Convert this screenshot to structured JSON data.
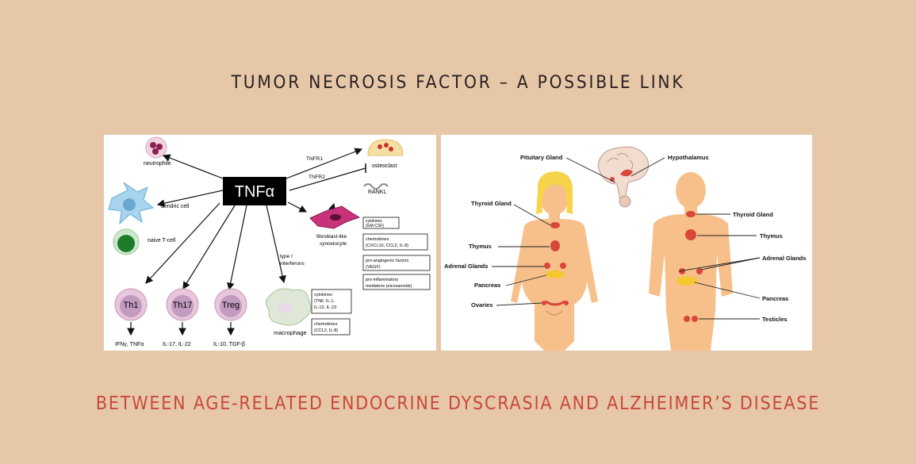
{
  "header": {
    "title": "TUMOR NECROSIS FACTOR – A POSSIBLE LINK"
  },
  "footer": {
    "subtitle": "BETWEEN AGE-RELATED ENDOCRINE DYSCRASIA AND ALZHEIMER’S DISEASE"
  },
  "left_diagram": {
    "center": "TNFα",
    "neutrophile": "neutrophile",
    "dendric_cell": "dendric cell",
    "naive_tcell": "naive T-cell",
    "tnfr1": "TNFR1",
    "tnfr2": "TNFR2",
    "osteoclast": "osteoclast",
    "rankl": "RANKL",
    "fibroblast_1": "fibroblast-like",
    "fibroblast_2": "synoviocyte",
    "type_i_1": "type I",
    "type_i_2": "interferons",
    "macrophage": "macrophage",
    "th1": "Th1",
    "th17": "Th17",
    "treg": "Treg",
    "th1_out": "IFNγ, TNFα",
    "th17_out": "IL-17, IL-22",
    "treg_out": "IL-10, TGF-β",
    "box_syn_cyt_1": "cytokines",
    "box_syn_cyt_2": "(GM-CSF)",
    "box_syn_chem_1": "chemokines",
    "box_syn_chem_2": "(CXCL10, CCL2, IL-8)",
    "box_syn_pro_1": "pro-angiogenic factors",
    "box_syn_pro_2": "(VEGF)",
    "box_syn_inf_1": "pro-inflammatory",
    "box_syn_inf_2": "mediators (eicosanoids)",
    "box_mac_cyt_1": "cytokines",
    "box_mac_cyt_2": "(TNF, IL-1,",
    "box_mac_cyt_3": "IL-12, IL-23",
    "box_mac_chem_1": "chemokines",
    "box_mac_chem_2": "(CCL2, IL-8)"
  },
  "right_diagram": {
    "pituitary": "Pituitary Gland",
    "hypothalamus": "Hypothalamus",
    "thyroid_f": "Thyroid Gland",
    "thyroid_m": "Thyroid Gland",
    "thymus_f": "Thymus",
    "thymus_m": "Thymus",
    "adrenal_f": "Adrenal Glands",
    "adrenal_m": "Adrenal Glands",
    "pancreas_f": "Pancreas",
    "pancreas_m": "Pancreas",
    "ovaries": "Ovaries",
    "testicles": "Testicles"
  },
  "colors": {
    "background": "#e6c8a9",
    "title": "#2a2020",
    "subtitle": "#c9483a",
    "skin": "#f7c08a",
    "gland": "#d9473b"
  }
}
